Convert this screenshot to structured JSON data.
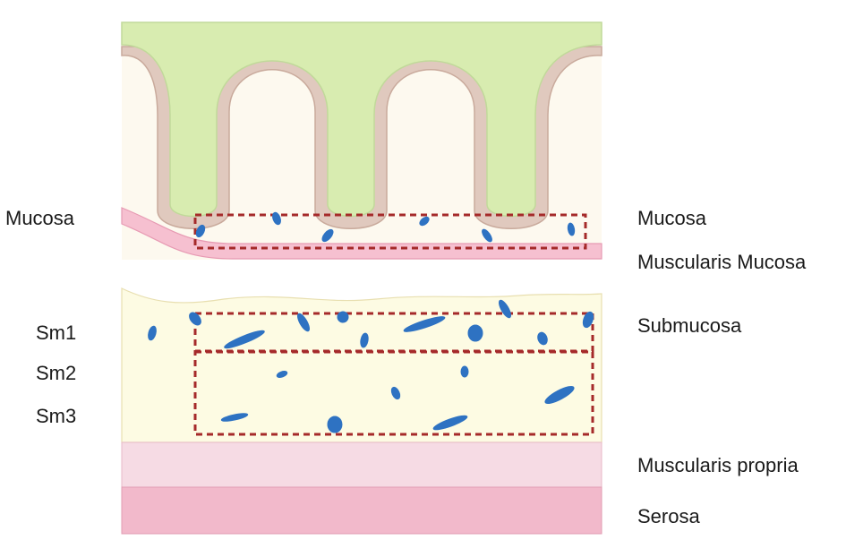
{
  "labels_left": {
    "mucosa": "Mucosa",
    "sm1": "Sm1",
    "sm2": "Sm2",
    "sm3": "Sm3"
  },
  "labels_right": {
    "mucosa": "Mucosa",
    "muscularis_mucosa": "Muscularis Mucosa",
    "submucosa": "Submucosa",
    "muscularis_propria": "Muscularis propria",
    "serosa": "Serosa"
  },
  "colors": {
    "epithelium": "#d8ecb0",
    "crypt_wall": "#e0c9be",
    "lamina_propria": "#fdf9ef",
    "muscularis_mucosa": "#f6c0d0",
    "submucosa": "#fdfbe3",
    "muscularis_propria": "#f6dbe4",
    "serosa": "#f2b9cb",
    "invasion_box": "#a52a2a",
    "cancer_cells": "#2e72c2"
  }
}
